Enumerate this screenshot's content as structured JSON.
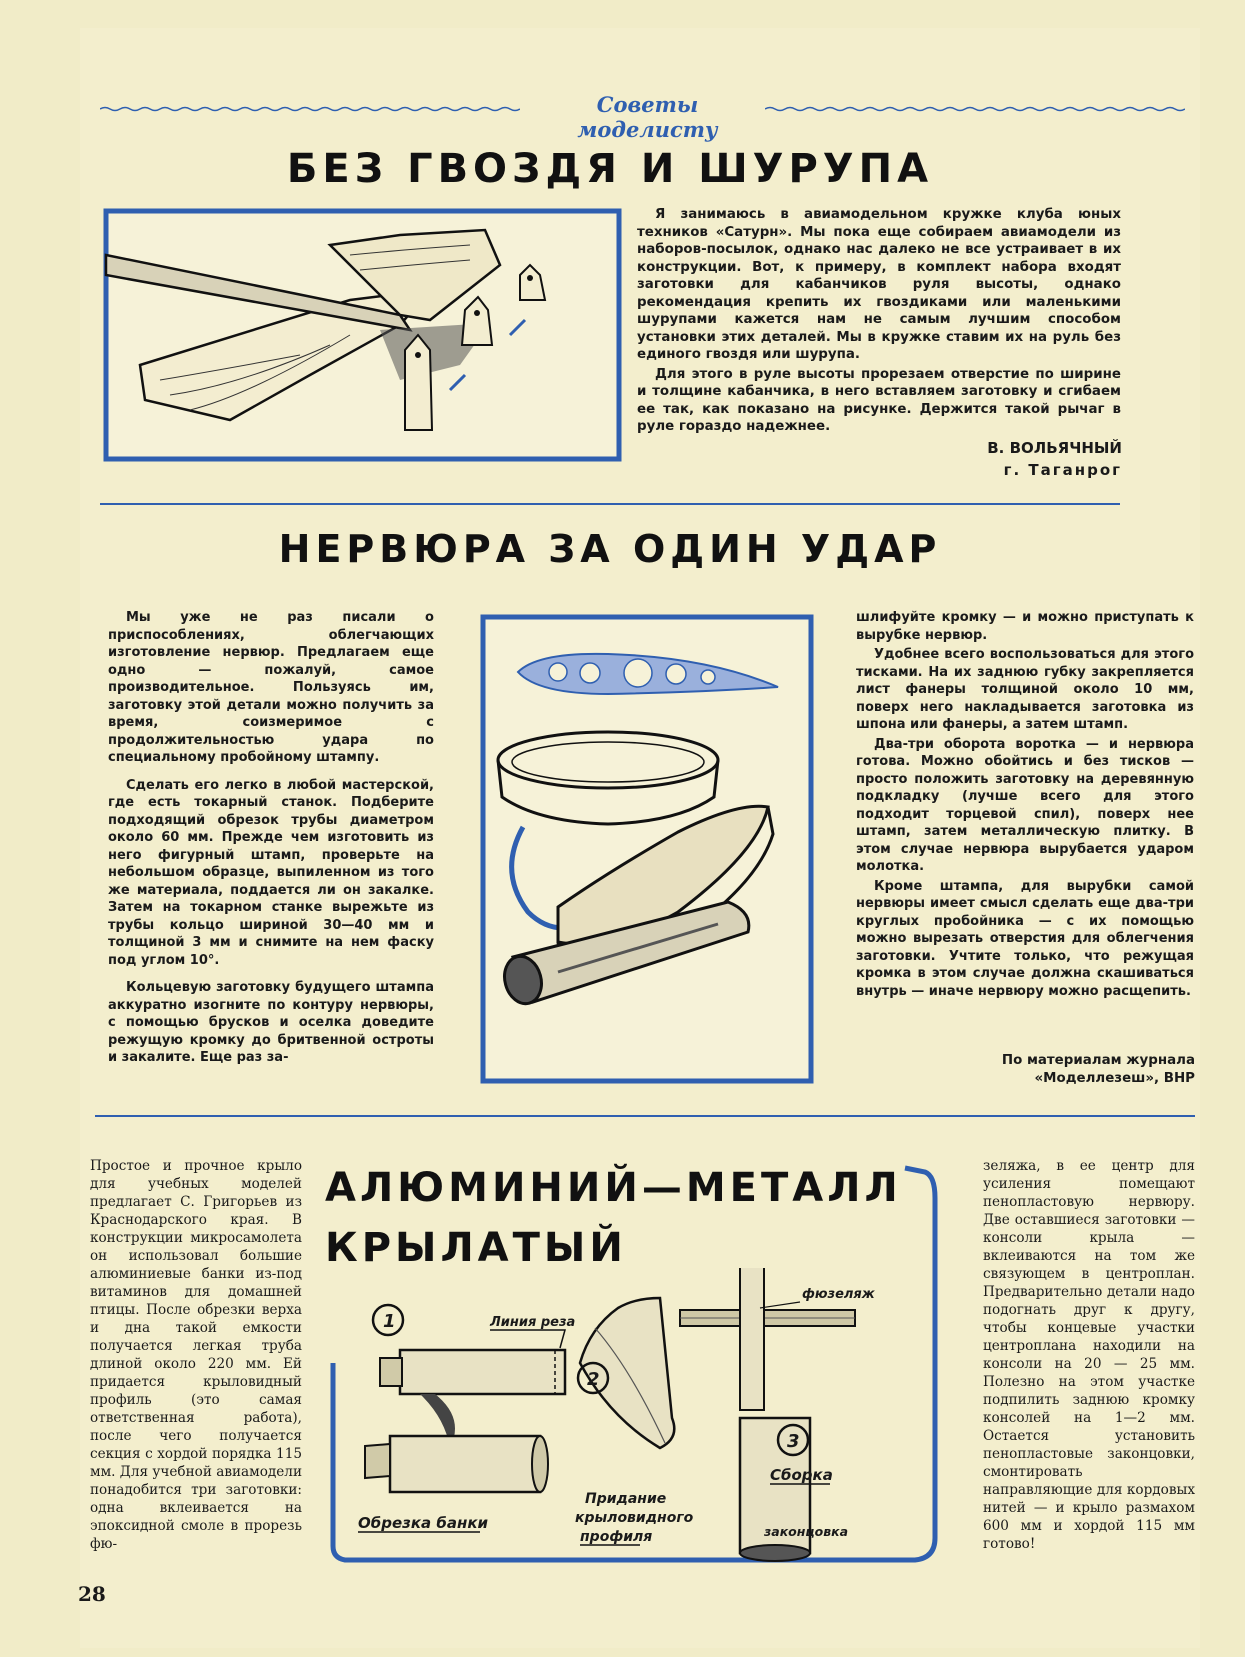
{
  "rubric": "Советы моделисту",
  "article1": {
    "title": "БЕЗ ГВОЗДЯ И ШУРУПА",
    "paragraphs": [
      "Я занимаюсь в авиамодельном кружке клуба юных техников «Сатурн». Мы пока еще собираем авиамодели из наборов-посылок, однако нас далеко не все устраивает в их конструкции. Вот, к примеру, в комплект набора входят заготовки для кабанчиков руля высоты, однако рекомендация крепить их гвоздиками или маленькими шурупами кажется нам не самым лучшим способом установки этих деталей. Мы в кружке ставим их на руль без единого гвоздя или шурупа.",
      "Для этого в руле высоты прорезаем отверстие по ширине и толщине кабанчика, в него вставляем заготовку и сгибаем ее так, как показано на рисунке. Держится такой рычаг в руле гораздо надежнее."
    ],
    "author": "В. ВОЛЬЯЧНЫЙ",
    "city": "г. Таганрог"
  },
  "article2": {
    "title": "НЕРВЮРА ЗА ОДИН УДАР",
    "left_paragraphs": [
      "Мы уже не раз писали о приспособлениях, облегчающих изготовление нервюр. Предлагаем еще одно — пожалуй, самое производительное. Пользуясь им, заготовку этой детали можно получить за время, соизмеримое с продолжительностью удара по специальному пробойному штампу.",
      "Сделать его легко в любой мастерской, где есть токарный станок. Подберите подходящий обрезок трубы диаметром около 60 мм. Прежде чем изготовить из него фигурный штамп, проверьте на небольшом образце, выпиленном из того же материала, поддается ли он закалке. Затем на токарном станке вырежьте из трубы кольцо шириной 30—40 мм и толщиной 3 мм и снимите на нем фаску под углом 10°.",
      "Кольцевую заготовку будущего штампа аккуратно изогните по контуру нервюры, с помощью брусков и оселка доведите режущую кромку до бритвенной остроты и закалите. Еще раз за-"
    ],
    "right_paragraphs": [
      "шлифуйте кромку — и можно приступать к вырубке нервюр.",
      "Удобнее всего воспользоваться для этого тисками. На их заднюю губку закрепляется лист фанеры толщиной около 10 мм, поверх него накладывается заготовка из шпона или фанеры, а затем штамп.",
      "Два-три оборота воротка — и нервюра готова. Можно обойтись и без тисков — просто положить заготовку на деревянную подкладку (лучше всего для этого подходит торцевой спил), поверх нее штамп, затем металлическую плитку. В этом случае нервюра вырубается ударом молотка.",
      "Кроме штампа, для вырубки самой нервюры имеет смысл сделать еще два-три круглых пробойника — с их помощью можно вырезать отверстия для облегчения заготовки. Учтите только, что режущая кромка в этом случае должна скашиваться внутрь — иначе нервюру можно расщепить."
    ],
    "source_line1": "По материалам журнала",
    "source_line2": "«Моделлезеш», ВНР"
  },
  "article3": {
    "title_line1": "АЛЮМИНИЙ—МЕТАЛЛ",
    "title_line2": "КРЫЛАТЫЙ",
    "left_text": "Простое и прочное крыло для учебных моделей предлагает С. Григорьев из Краснодарского края. В конструкции микросамолета он использовал большие алюминиевые банки из-под витаминов для домашней птицы. После обрезки верха и дна такой емкости получается легкая труба длиной около 220 мм. Ей придается крыловидный профиль (это самая ответственная работа), после чего получается секция с хордой порядка 115 мм. Для учебной авиамодели понадобится три заготовки: одна вклеивается на эпоксидной смоле в прорезь фю-",
    "right_text": "зеляжа, в ее центр для усиления помещают пенопластовую нервюру. Две оставшиеся заготовки — консоли крыла — вклеиваются на том же связующем в центроплан. Предварительно детали надо подогнать друг к другу, чтобы концевые участки центроплана находили на консоли на 20 — 25 мм. Полезно на этом участке подпилить заднюю кромку консолей на 1—2 мм. Остается установить пенопластовые законцовки, смонтировать направляющие для кордовых нитей — и крыло размахом 600 мм и хордой 115 мм готово!",
    "figure": {
      "step1_num": "1",
      "step2_num": "2",
      "step3_num": "3",
      "cut_line": "Линия реза",
      "can_cut": "Обрезка банки",
      "profile_line1": "Придание",
      "profile_line2": "крыловидного",
      "profile_line3": "профиля",
      "fuselage": "фюзеляж",
      "assembly": "Сборка",
      "wingtip": "законцовка"
    }
  },
  "page_number": "28",
  "colors": {
    "accent_blue": "#2f5fb0",
    "paper": "#f1ecc8",
    "ink": "#1a1a1a"
  }
}
